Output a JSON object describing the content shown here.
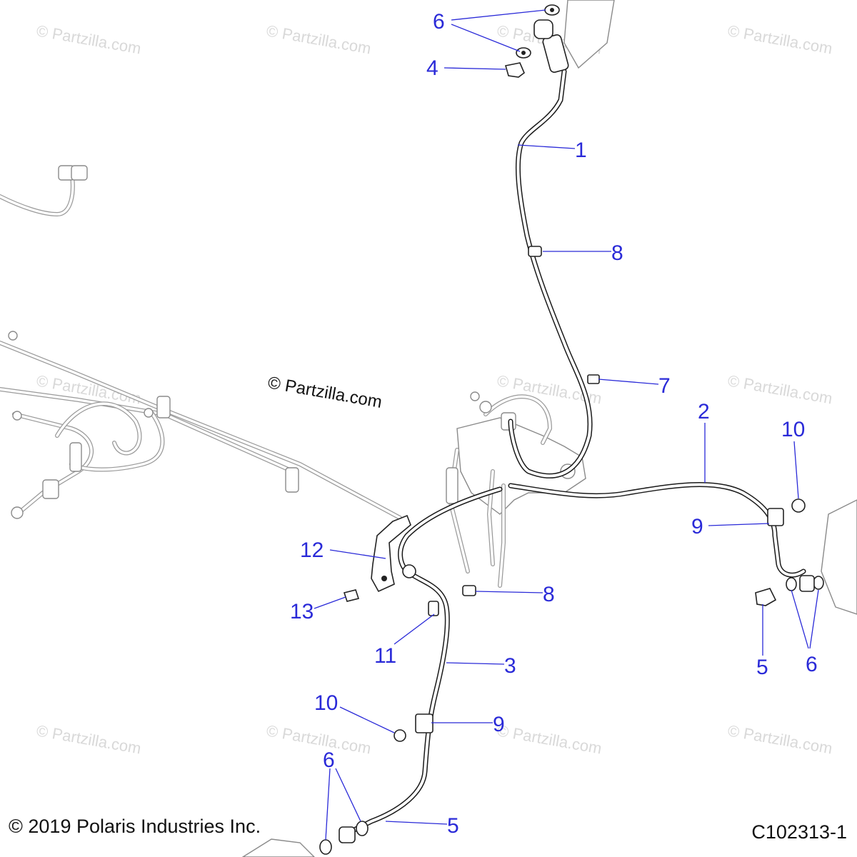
{
  "watermark": "© Partzilla.com",
  "copyright": "© 2019 Polaris Industries Inc.",
  "figure_id": "C102313-1",
  "callouts": {
    "c6_top": "6",
    "c4": "4",
    "c1": "1",
    "c8_upper": "8",
    "c7": "7",
    "c2": "2",
    "c10_right": "10",
    "c9_right": "9",
    "c12": "12",
    "c8_lower": "8",
    "c13": "13",
    "c11": "11",
    "c3": "3",
    "c5_right": "5",
    "c6_right": "6",
    "c10_lower": "10",
    "c9_lower": "9",
    "c6_lower": "6",
    "c5_lower": "5"
  }
}
